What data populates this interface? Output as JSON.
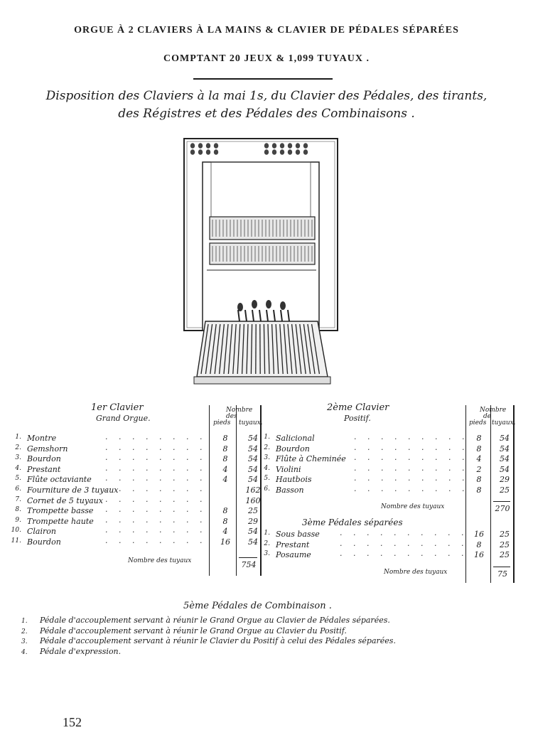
{
  "header": {
    "line1": "ORGUE À 2 CLAVIERS À LA MAINS & CLAVIER DE PÉDALES SÉPARÉES",
    "line2": "COMPTANT 20 JEUX & 1,099 TUYAUX .",
    "subtitle1": "Disposition des Claviers à la mai 1s, du Clavier des Pédales, des tirants,",
    "subtitle2": "des Régistres et des Pédales des Combinaisons ."
  },
  "col_headers": {
    "nombre": "Nombre",
    "de": "de",
    "des": "des",
    "pieds": "pieds",
    "tuyaux": "tuyaux."
  },
  "clavier1": {
    "title": "1er Clavier",
    "subtitle": "Grand Orgue.",
    "rows": [
      {
        "num": "1.",
        "name": "Montre",
        "pieds": "8",
        "tuyaux": "54"
      },
      {
        "num": "2.",
        "name": "Gemshorn",
        "pieds": "8",
        "tuyaux": "54"
      },
      {
        "num": "3.",
        "name": "Bourdon",
        "pieds": "8",
        "tuyaux": "54"
      },
      {
        "num": "4.",
        "name": "Prestant",
        "pieds": "4",
        "tuyaux": "54"
      },
      {
        "num": "5.",
        "name": "Flûte octaviante",
        "pieds": "4",
        "tuyaux": "54"
      },
      {
        "num": "6.",
        "name": "Fourniture de 3 tuyaux",
        "pieds": "",
        "tuyaux": "162"
      },
      {
        "num": "7.",
        "name": "Cornet de 5 tuyaux",
        "pieds": "",
        "tuyaux": "160"
      },
      {
        "num": "8.",
        "name": "Trompette basse",
        "pieds": "8",
        "tuyaux": "25"
      },
      {
        "num": "9.",
        "name": "Trompette haute",
        "pieds": "8",
        "tuyaux": "29"
      },
      {
        "num": "10.",
        "name": "Clairon",
        "pieds": "4",
        "tuyaux": "54"
      },
      {
        "num": "11.",
        "name": "Bourdon",
        "pieds": "16",
        "tuyaux": "54"
      }
    ],
    "total_label": "Nombre des tuyaux",
    "total": "754"
  },
  "clavier2": {
    "title": "2ème Clavier",
    "subtitle": "Positif.",
    "rows": [
      {
        "num": "1.",
        "name": "Salicional",
        "pieds": "8",
        "tuyaux": "54"
      },
      {
        "num": "2.",
        "name": "Bourdon",
        "pieds": "8",
        "tuyaux": "54"
      },
      {
        "num": "3.",
        "name": "Flûte à Cheminée",
        "pieds": "4",
        "tuyaux": "54"
      },
      {
        "num": "4.",
        "name": "Violini",
        "pieds": "2",
        "tuyaux": "54"
      },
      {
        "num": "5.",
        "name": "Hautbois",
        "pieds": "8",
        "tuyaux": "29"
      },
      {
        "num": "6.",
        "name": "Basson",
        "pieds": "8",
        "tuyaux": "25"
      }
    ],
    "total_label": "Nombre des tuyaux",
    "total": "270"
  },
  "pedales": {
    "title": "3ème Pédales séparées",
    "rows": [
      {
        "num": "1.",
        "name": "Sous basse",
        "pieds": "16",
        "tuyaux": "25"
      },
      {
        "num": "2.",
        "name": "Prestant",
        "pieds": "8",
        "tuyaux": "25"
      },
      {
        "num": "3.",
        "name": "Posaume",
        "pieds": "16",
        "tuyaux": "25"
      }
    ],
    "total_label": "Nombre des tuyaux",
    "total": "75"
  },
  "combinaisons": {
    "title": "5ème Pédales de Combinaison .",
    "items": [
      {
        "num": "1.",
        "text": "Pédale d'accouplement servant à réunir le Grand Orgue au Clavier de Pédales séparées."
      },
      {
        "num": "2.",
        "text": "Pédale d'accouplement servant à réunir le Grand Orgue au Clavier du Positif."
      },
      {
        "num": "3.",
        "text": "Pédale d'accouplement servant à réunir le Clavier du Positif à celui des Pédales séparées."
      },
      {
        "num": "4.",
        "text": "Pédale d'expression."
      }
    ]
  },
  "page_number": "152"
}
